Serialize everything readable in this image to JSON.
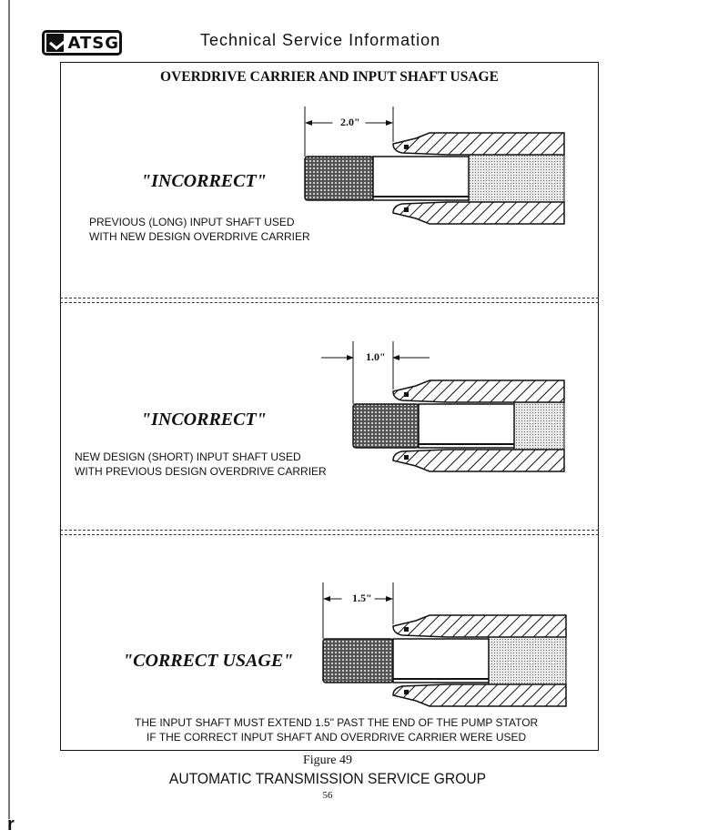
{
  "header": {
    "logo": "ATSG",
    "title": "Technical Service Information"
  },
  "doc_title": "OVERDRIVE CARRIER AND INPUT SHAFT USAGE",
  "sections": [
    {
      "label": "\"INCORRECT\"",
      "dimension": "2.0\"",
      "caption": [
        "PREVIOUS (LONG) INPUT SHAFT USED",
        "WITH NEW DESIGN OVERDRIVE CARRIER"
      ]
    },
    {
      "label": "\"INCORRECT\"",
      "dimension": "1.0\"",
      "caption": [
        "NEW DESIGN (SHORT) INPUT SHAFT USED",
        "WITH PREVIOUS DESIGN OVERDRIVE CARRIER"
      ]
    },
    {
      "label": "\"CORRECT USAGE\"",
      "dimension": "1.5\"",
      "caption": [
        "THE INPUT SHAFT MUST EXTEND 1.5\" PAST THE END OF THE PUMP STATOR",
        "IF THE CORRECT INPUT SHAFT AND OVERDRIVE CARRIER WERE USED"
      ]
    }
  ],
  "figure": "Figure 49",
  "footer": "AUTOMATIC TRANSMISSION SERVICE GROUP",
  "page_number": "56",
  "corner_mark": "r"
}
